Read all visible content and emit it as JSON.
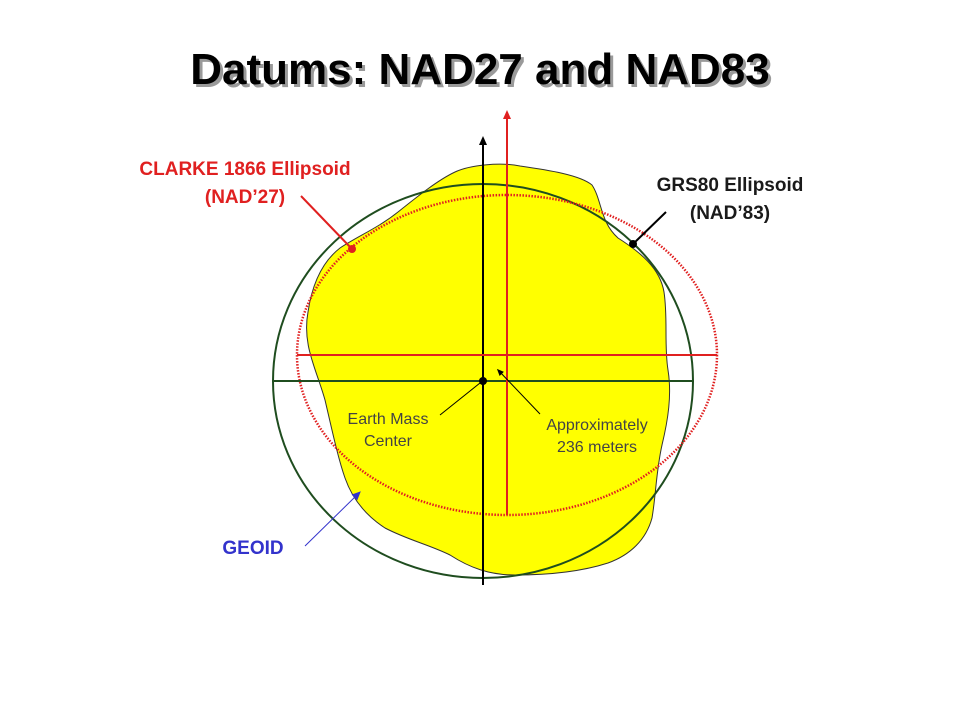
{
  "title": "Datums:  NAD27 and NAD83",
  "labels": {
    "clarke_line1": "CLARKE 1866 Ellipsoid",
    "clarke_line2": "(NAD’27)",
    "grs80_line1": "GRS80 Ellipsoid",
    "grs80_line2": "(NAD’83)",
    "earth_mass_line1": "Earth Mass",
    "earth_mass_line2": "Center",
    "offset_line1": "Approximately",
    "offset_line2": "236 meters",
    "geoid": "GEOID"
  },
  "colors": {
    "geoid_fill": "#ffff00",
    "grs80": "#1f4d1f",
    "clarke": "#e02020",
    "geoid_label": "#3333cc",
    "axes": "#000000"
  }
}
